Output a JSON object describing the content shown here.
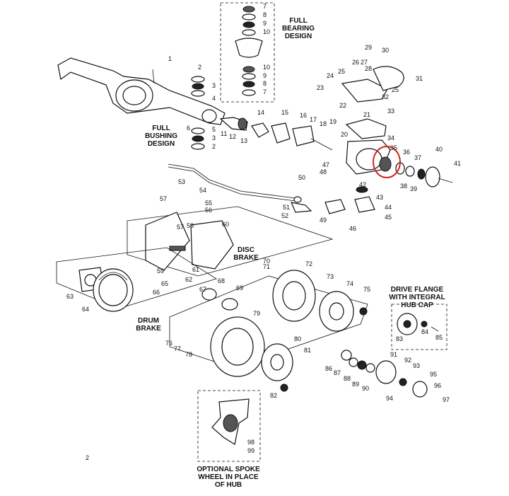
{
  "captions": {
    "full_bearing": [
      "FULL",
      "BEARING",
      "DESIGN"
    ],
    "full_bushing": [
      "FULL",
      "BUSHING",
      "DESIGN"
    ],
    "disc_brake": [
      "DISC",
      "BRAKE"
    ],
    "drum_brake": [
      "DRUM",
      "BRAKE"
    ],
    "drive_flange": [
      "DRIVE FLANGE",
      "WITH INTEGRAL",
      "HUB CAP"
    ],
    "optional_spoke": [
      "OPTIONAL SPOKE",
      "WHEEL IN PLACE",
      "OF HUB"
    ]
  },
  "page_number": "2",
  "highlight_color": "#d0281e",
  "callouts": [
    "7",
    "8",
    "9",
    "10",
    "10",
    "9",
    "8",
    "7",
    "1",
    "2",
    "3",
    "4",
    "5",
    "3",
    "2",
    "6",
    "11",
    "12",
    "13",
    "14",
    "15",
    "16",
    "17",
    "18",
    "19",
    "20",
    "21",
    "22",
    "23",
    "24",
    "25",
    "26",
    "27",
    "28",
    "29",
    "30",
    "31",
    "25",
    "32",
    "33",
    "34",
    "35",
    "36",
    "37",
    "38",
    "39",
    "40",
    "41",
    "42",
    "43",
    "44",
    "45",
    "46",
    "47",
    "48",
    "49",
    "50",
    "51",
    "52",
    "53",
    "54",
    "55",
    "56",
    "57",
    "57",
    "58",
    "59",
    "60",
    "61",
    "62",
    "63",
    "64",
    "65",
    "66",
    "67",
    "68",
    "69",
    "70",
    "71",
    "72",
    "73",
    "74",
    "75",
    "76",
    "77",
    "78",
    "79",
    "80",
    "81",
    "82",
    "83",
    "84",
    "85",
    "86",
    "87",
    "88",
    "89",
    "90",
    "91",
    "92",
    "93",
    "94",
    "95",
    "96",
    "97",
    "98",
    "99",
    "76",
    "82"
  ]
}
